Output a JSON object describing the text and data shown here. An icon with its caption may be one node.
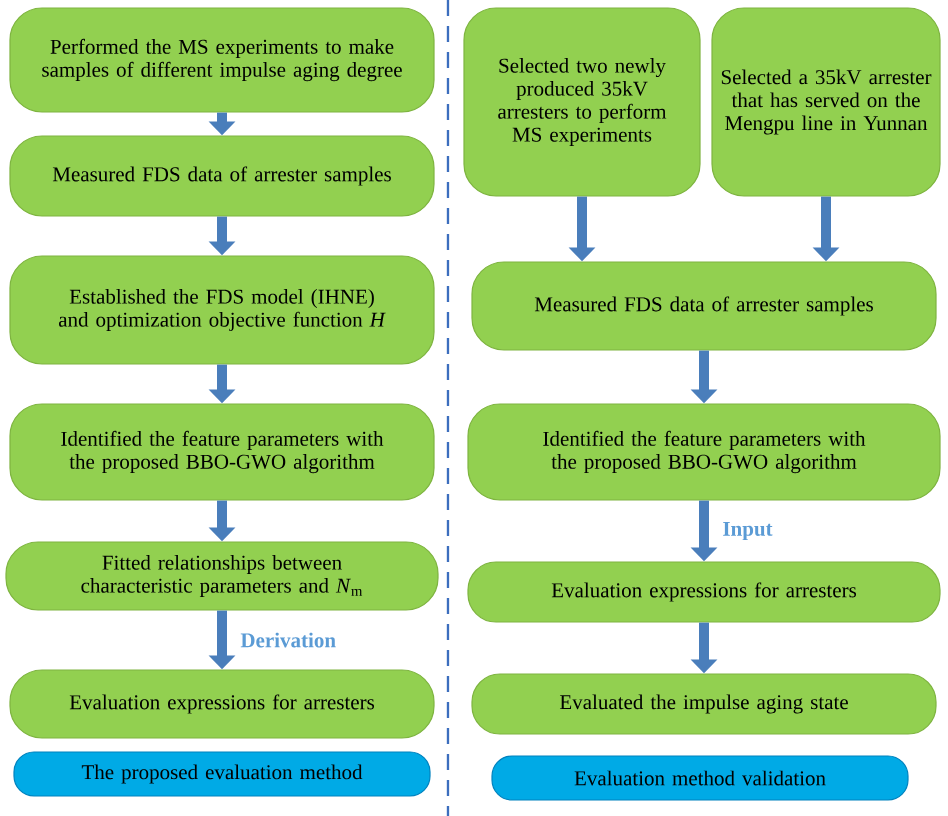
{
  "diagram": {
    "nodes": [
      {
        "text": [
          "Performed the MS experiments to make  samples of different impulse aging degree"
        ]
      },
      {
        "text": [
          "Measured FDS data of arrester samples"
        ]
      },
      {
        "text": [
          "Established the FDS model (IHNE) and optimization objective function *H*"
        ]
      },
      {
        "text": [
          "Identified the feature parameters with the proposed BBO-GWO algorithm"
        ]
      },
      {
        "text": [
          "Fitted relationships between characteristic parameters and *N*$_{m}$"
        ]
      },
      {
        "text": [
          "Evaluation expressions for arresters"
        ]
      },
      {
        "text": [
          "The proposed evaluation method"
        ]
      },
      {
        "text": [
          "Selected two newly produced 35kV arresters to perform MS experiments"
        ]
      },
      {
        "text": [
          "Selected a 35kV arrester that has served on the Mengpu line in Yunnan"
        ]
      },
      {
        "text": [
          "Measured FDS data of arrester samples"
        ]
      },
      {
        "text": [
          "Identified the feature parameters with the proposed BBO-GWO algorithm"
        ]
      },
      {
        "text": [
          "Evaluation expressions for arresters"
        ]
      },
      {
        "text": [
          "Evaluated the impulse aging state"
        ]
      },
      {
        "text": [
          "Evaluation method validation"
        ]
      }
    ],
    "edges": [
      {
        "from": 0,
        "to": 1,
        "arrow": "to"
      },
      {
        "from": 1,
        "to": 2,
        "arrow": "to"
      },
      {
        "from": 2,
        "to": 3,
        "arrow": "to"
      },
      {
        "from": 3,
        "to": 4,
        "arrow": "to"
      },
      {
        "from": 4,
        "to": 5,
        "arrow": "to",
        "label": "Derivation"
      },
      {
        "from": 7,
        "to": 9,
        "arrow": "to"
      },
      {
        "from": 8,
        "to": 9,
        "arrow": "to"
      },
      {
        "from": 9,
        "to": 10,
        "arrow": "to"
      },
      {
        "from": 10,
        "to": 11,
        "arrow": "to",
        "label": "Input"
      },
      {
        "from": 11,
        "to": 12,
        "arrow": "to"
      }
    ]
  }
}
